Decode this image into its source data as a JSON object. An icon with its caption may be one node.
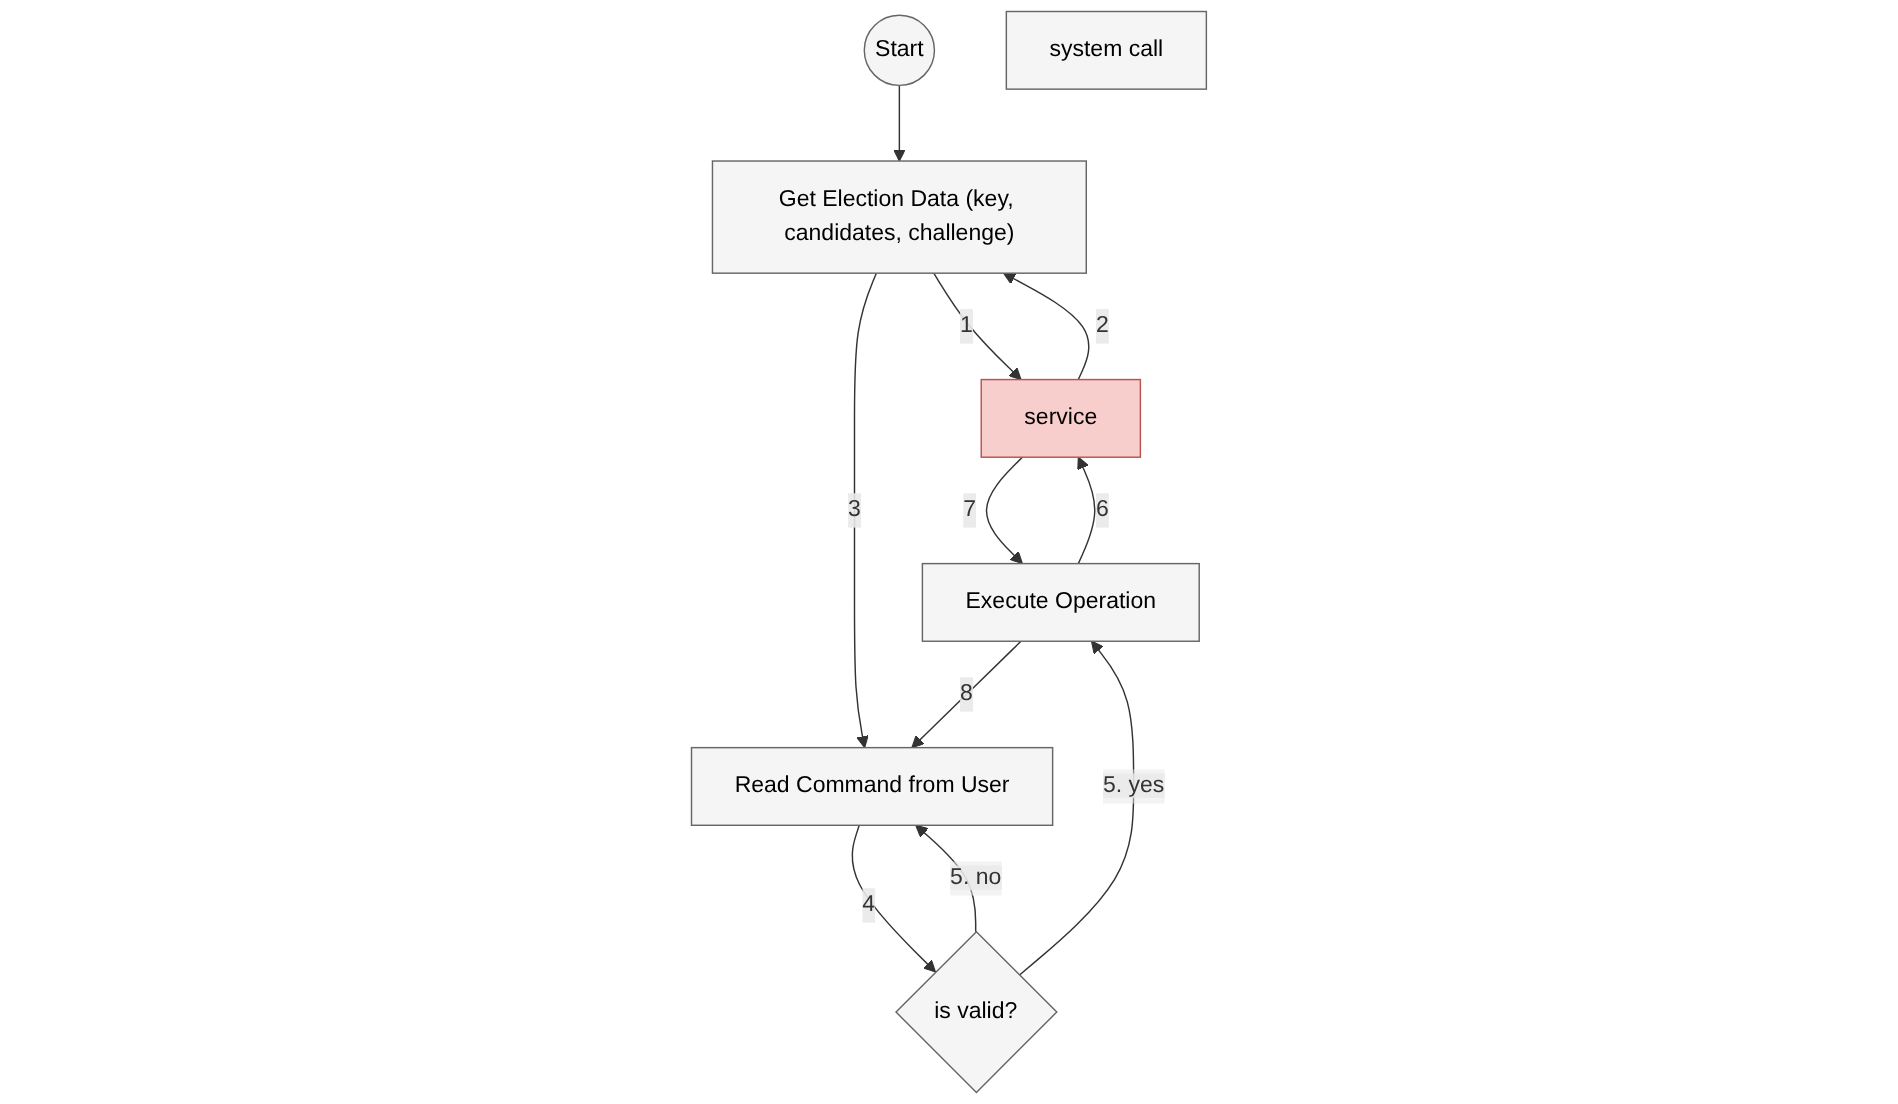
{
  "diagram": {
    "nodes": [
      {
        "text": [
          "Start"
        ]
      },
      {
        "text": [
          "Get Election Data (key, candidates, challenge)"
        ]
      },
      {
        "text": [
          "system call"
        ]
      },
      {
        "text": [
          "service"
        ]
      },
      {
        "text": [
          "Read Command from User"
        ]
      },
      {
        "text": [
          "Execute Operation"
        ]
      },
      {
        "text": [
          "is valid?"
        ]
      }
    ],
    "edges": [
      {
        "from": 0,
        "to": 1,
        "arrow": "to"
      },
      {
        "from": 1,
        "to": 3,
        "arrow": "to",
        "label": "1"
      },
      {
        "from": 3,
        "to": 1,
        "arrow": "to",
        "label": "2"
      },
      {
        "from": 1,
        "to": 4,
        "arrow": "to",
        "label": "3"
      },
      {
        "from": 4,
        "to": 6,
        "arrow": "to",
        "label": "4"
      },
      {
        "from": 6,
        "to": 4,
        "arrow": "to",
        "label": "5. no"
      },
      {
        "from": 6,
        "to": 5,
        "arrow": "to",
        "label": "5. yes"
      },
      {
        "from": 5,
        "to": 3,
        "arrow": "to",
        "label": "6"
      },
      {
        "from": 3,
        "to": 5,
        "arrow": "to",
        "label": "7"
      },
      {
        "from": 5,
        "to": 4,
        "arrow": "to",
        "label": "8"
      }
    ]
  }
}
